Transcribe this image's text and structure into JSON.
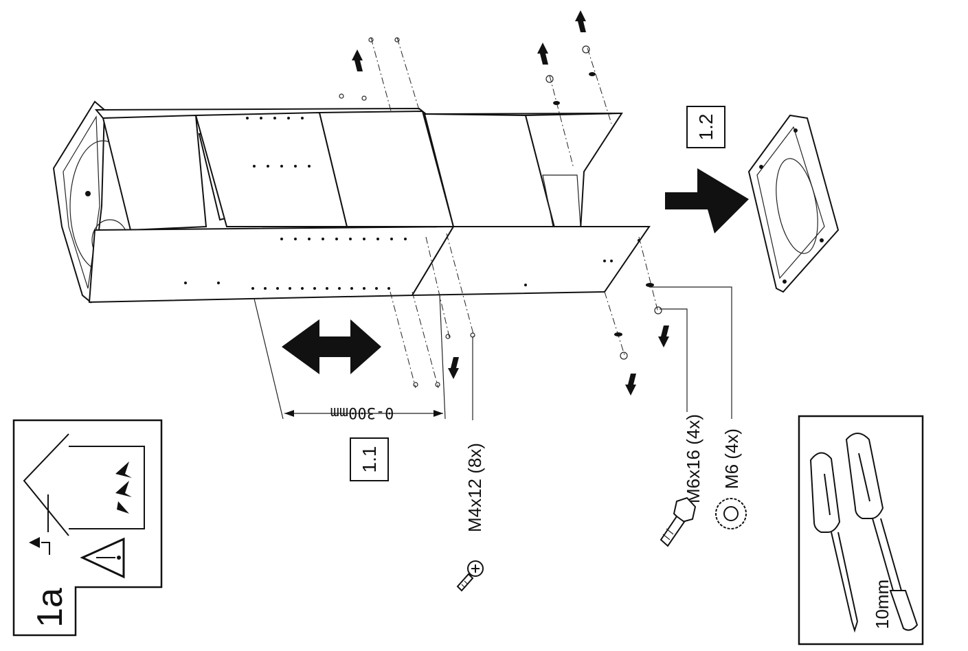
{
  "step_id": "1a",
  "callouts": {
    "step_1_1": "1.1",
    "step_1_2": "1.2"
  },
  "dimension": "0-300mm",
  "parts": {
    "screw_m4": "M4x12 (8x)",
    "bolt_m6": "M6x16 (4x)",
    "washer_m6": "M6 (4x)"
  },
  "tools": {
    "socket_size": "10mm"
  },
  "icons": [
    "warning-triangle-icon",
    "duct-hood-icon",
    "airflow-arrows-icon",
    "screwdriver-icon",
    "nut-driver-icon",
    "hex-bolt-icon",
    "lock-washer-icon",
    "pan-head-screw-icon"
  ]
}
